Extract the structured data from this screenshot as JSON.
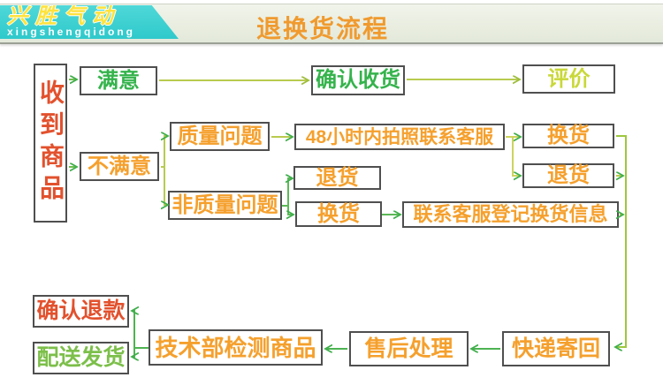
{
  "header": {
    "logo_cn": "兴胜气动",
    "logo_pinyin": "xingshengqidong",
    "title": "退换货流程",
    "colors": {
      "logo_bg_teal": "#38cfd0",
      "logo_text_yellow": "#ffe23c",
      "title_orange": "#f09a2e",
      "band_bg": "#e7ece0"
    }
  },
  "flowchart": {
    "colors": {
      "box_border": "#4f4f4f",
      "arrow_yellow_green": "#b9cb4f",
      "arrow_green": "#4db352",
      "text_red": "#e2512d",
      "text_green": "#35b34c",
      "text_yellow_green": "#c9d838",
      "text_orange": "#f5a02d",
      "text_light_green": "#7cbf4a"
    },
    "nodes": [
      {
        "id": "receive-goods",
        "label": "收到商品"
      },
      {
        "id": "satisfied",
        "label": "满意"
      },
      {
        "id": "confirm-receipt",
        "label": "确认收货"
      },
      {
        "id": "evaluate",
        "label": "评价"
      },
      {
        "id": "unsatisfied",
        "label": "不满意"
      },
      {
        "id": "quality-issue",
        "label": "质量问题"
      },
      {
        "id": "photo-48h",
        "label": "48小时内拍照联系客服"
      },
      {
        "id": "exchange-top",
        "label": "换货"
      },
      {
        "id": "return-top",
        "label": "退货"
      },
      {
        "id": "non-quality-issue",
        "label": "非质量问题"
      },
      {
        "id": "return-mid",
        "label": "退货"
      },
      {
        "id": "exchange-mid",
        "label": "换货"
      },
      {
        "id": "contact-cs",
        "label": "联系客服登记换货信息"
      },
      {
        "id": "confirm-refund",
        "label": "确认退款"
      },
      {
        "id": "dispatch-goods",
        "label": "配送发货"
      },
      {
        "id": "tech-inspect",
        "label": "技术部检测商品"
      },
      {
        "id": "after-sale",
        "label": "售后处理"
      },
      {
        "id": "courier-return",
        "label": "快递寄回"
      }
    ]
  }
}
